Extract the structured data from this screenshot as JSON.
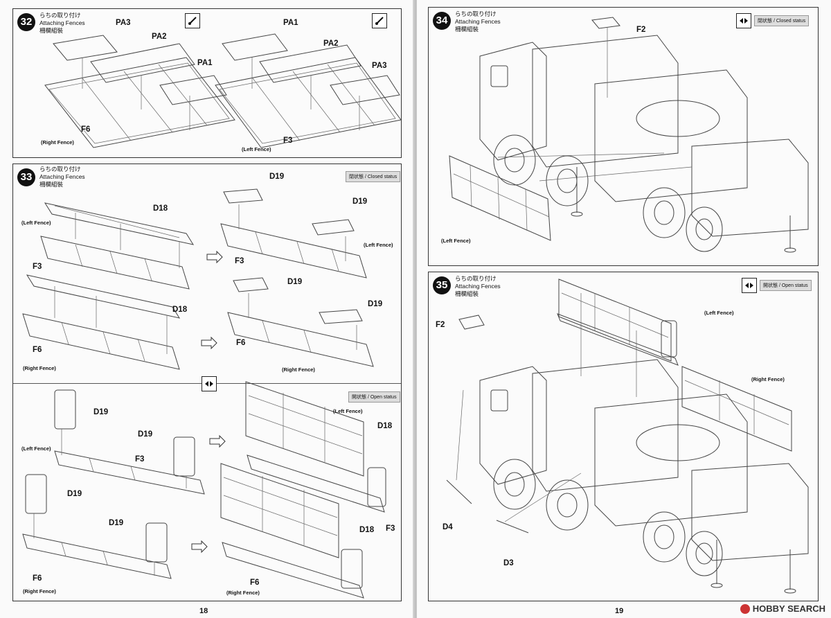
{
  "left_page": {
    "page_number": "18",
    "step32": {
      "number": "32",
      "title_jp": "らちの取り付け",
      "title_en": "Attaching Fences",
      "title_jp2": "柵欄組裝",
      "parts_right": [
        "PA3",
        "PA2",
        "PA1"
      ],
      "parts_left": [
        "PA1",
        "PA2",
        "PA3"
      ],
      "part_f6": "F6",
      "part_f3": "F3",
      "caption_right": "(Right Fence)",
      "caption_left": "(Left Fence)",
      "icon": "paint-brush-icon"
    },
    "step33": {
      "number": "33",
      "title_jp": "らちの取り付け",
      "title_en": "Attaching Fences",
      "title_jp2": "柵欄組裝",
      "closed_status": "閉状態 / Closed status",
      "open_status": "開状態 / Open status",
      "d18": "D18",
      "d19": "D19",
      "f3": "F3",
      "f6": "F6",
      "left_fence": "(Left Fence)",
      "right_fence": "(Right Fence)"
    }
  },
  "right_page": {
    "page_number": "19",
    "step34": {
      "number": "34",
      "title_jp": "らちの取り付け",
      "title_en": "Attaching Fences",
      "title_jp2": "柵欄組裝",
      "status": "閉状態 / Closed status",
      "f2": "F2",
      "left_fence": "(Left Fence)"
    },
    "step35": {
      "number": "35",
      "title_jp": "らちの取り付け",
      "title_en": "Attaching Fences",
      "title_jp2": "柵欄組裝",
      "status": "開状態 / Open status",
      "f2": "F2",
      "d3": "D3",
      "d4": "D4",
      "left_fence": "(Left Fence)",
      "right_fence": "(Right Fence)"
    }
  },
  "watermark": "HOBBY SEARCH"
}
